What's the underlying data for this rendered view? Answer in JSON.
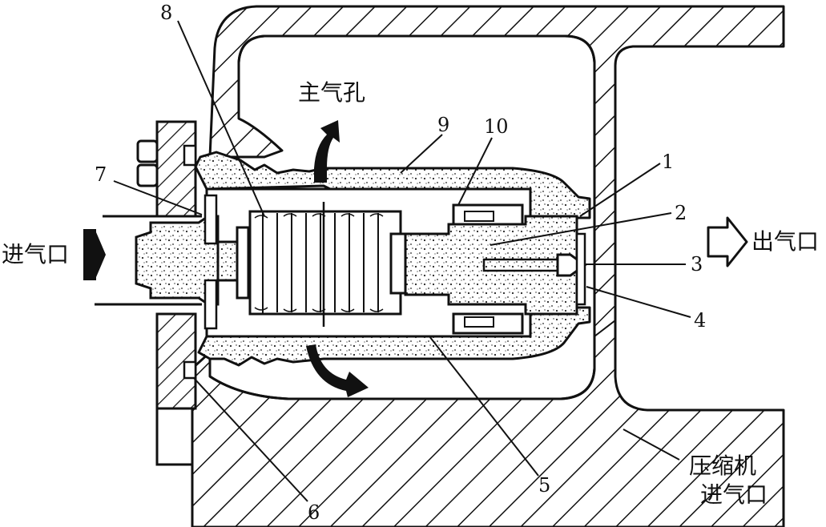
{
  "labels": {
    "main_hole": "主气孔",
    "inlet": "进气口",
    "outlet": "出气口",
    "compressor_line1": "压缩机",
    "compressor_line2": "进气口"
  },
  "numbers": {
    "n1": "1",
    "n2": "2",
    "n3": "3",
    "n4": "4",
    "n5": "5",
    "n6": "6",
    "n7": "7",
    "n8": "8",
    "n9": "9",
    "n10": "10"
  },
  "colors": {
    "line": "#111111",
    "background": "#ffffff"
  }
}
